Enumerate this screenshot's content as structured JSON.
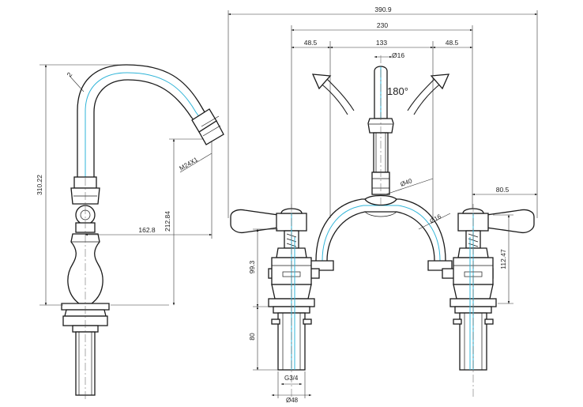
{
  "dimensions": {
    "overall_width": "390.9",
    "tap_centres": "230",
    "left_offset": "48.5",
    "centre_span": "133",
    "right_offset": "48.5",
    "spout_dia": "Ø16",
    "rotation": "180°",
    "bridge_dia": "Ø40",
    "pipe_dia": "Ø16",
    "handle_reach": "80.5",
    "head_height": "112.47",
    "body_height": "99.3",
    "shank_length": "80",
    "thread": "G3/4",
    "base_dia": "Ø48",
    "total_height": "310.22",
    "spout_height": "212.84",
    "spout_reach": "162.8",
    "aerator_thread": "M24X1",
    "bend_label": "2"
  }
}
